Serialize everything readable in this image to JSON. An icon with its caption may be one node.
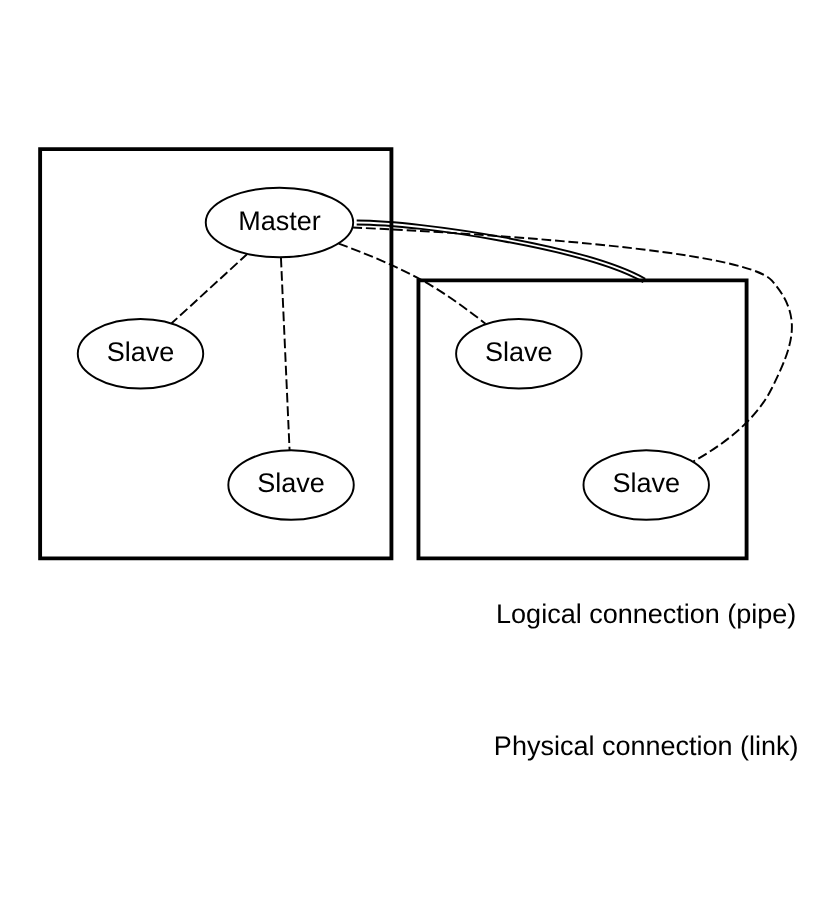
{
  "diagram": {
    "nodes": [
      {
        "text": [],
        "shape": "box"
      },
      {
        "text": [
          "Master"
        ],
        "in": 0
      },
      {
        "text": [
          "Slave"
        ],
        "in": 0
      },
      {
        "text": [
          "Slave"
        ],
        "in": 0
      },
      {
        "text": [],
        "shape": "box"
      },
      {
        "text": [
          "Slave"
        ],
        "in": 4
      },
      {
        "text": [
          "Slave"
        ],
        "in": 4
      }
    ],
    "edges": [
      {
        "from": 1,
        "to": 2,
        "arrow": "none",
        "style": "dashed"
      },
      {
        "from": 1,
        "to": 3,
        "arrow": "none",
        "style": "dashed"
      },
      {
        "from": 1,
        "to": 4,
        "arrow": "none"
      },
      {
        "from": 1,
        "to": 5,
        "arrow": "none",
        "style": "dashed"
      },
      {
        "from": 1,
        "to": 6,
        "arrow": "none",
        "style": "dashed"
      }
    ],
    "legend": [
      {
        "text": "Logical connection (pipe)"
      },
      {
        "text": "Physical connection (link)"
      }
    ]
  }
}
